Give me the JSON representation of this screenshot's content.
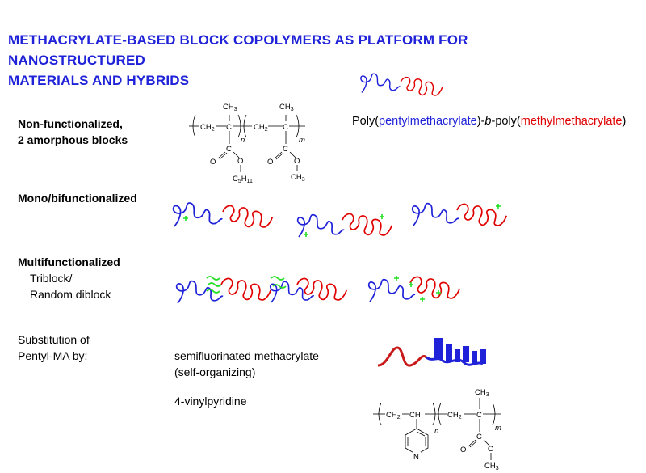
{
  "title": {
    "line1": "METHACRYLATE-BASED BLOCK COPOLYMERS AS PLATFORM FOR NANOSTRUCTURED",
    "line2": "MATERIALS AND HYBRIDS"
  },
  "rows": {
    "nonfunc": {
      "line1": "Non-functionalized,",
      "line2": "2 amorphous blocks"
    },
    "mono": {
      "label": "Mono/bifunctionalized"
    },
    "multi": {
      "label": "Multifunctionalized",
      "sub1": "Triblock/",
      "sub2": "Random diblock"
    },
    "subst": {
      "line1": "Substitution of",
      "line2": "Pentyl-MA by:"
    }
  },
  "substitutions": {
    "fluor_line1": "semifluorinated methacrylate",
    "fluor_line2": "(self-organizing)",
    "vinylpyridine": "4-vinylpyridine"
  },
  "polymer_name": {
    "p1": "Poly(",
    "block1": "pentylmethacrylate",
    "p2": ")-",
    "b": "b",
    "p3": "-poly(",
    "block2": "methylmethacrylate",
    "p4": ")"
  },
  "chem_labels": {
    "ch3": "CH",
    "ch3_sub": "3",
    "ch2": "CH",
    "ch2_sub": "2",
    "c": "C",
    "o": "O",
    "ch": "CH",
    "n": "n",
    "m": "m",
    "c5": "C",
    "c5_sub1": "5",
    "h": "H",
    "h_sub": "11",
    "nitrogen": "N"
  },
  "colors": {
    "blue": "#1f22d8",
    "red": "#e00000",
    "green": "#22dd22"
  }
}
